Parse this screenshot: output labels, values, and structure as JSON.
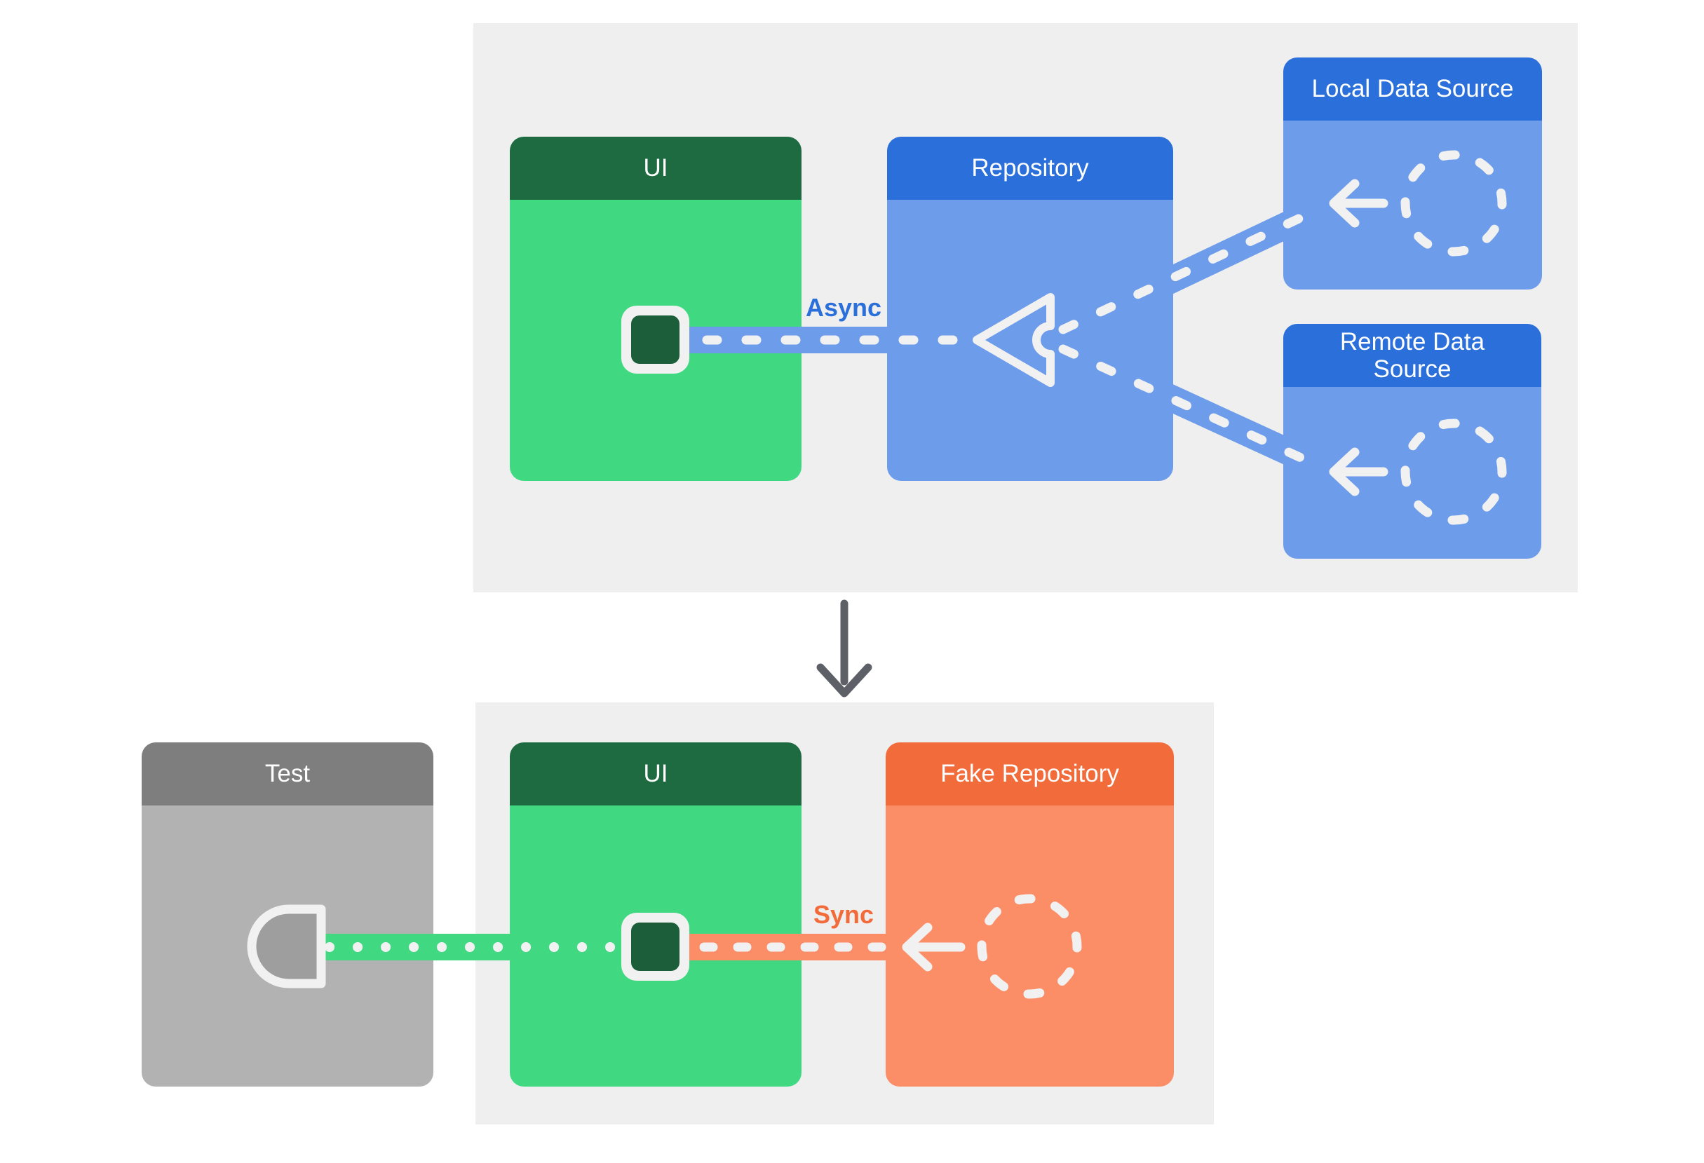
{
  "top": {
    "ui": {
      "title": "UI"
    },
    "repository": {
      "title": "Repository"
    },
    "local_data_source": {
      "title": "Local Data Source"
    },
    "remote_data_source": {
      "title": "Remote Data Source"
    },
    "flow_label": "Async"
  },
  "bottom": {
    "test": {
      "title": "Test"
    },
    "ui": {
      "title": "UI"
    },
    "fake_repository": {
      "title": "Fake Repository"
    },
    "flow_label": "Sync"
  },
  "colors": {
    "page_background": "#ffffff",
    "panel_background": "#efefef",
    "ui_header_green": "#1e6b42",
    "ui_body_green": "#40d981",
    "ui_state_square_green": "#1c5e39",
    "blue_header": "#2b6fdb",
    "blue_body": "#6d9ceb",
    "async_label_blue": "#2b6fdb",
    "test_header_gray": "#7e7e7e",
    "test_body_gray": "#b2b2b2",
    "test_socket_gray": "#9e9e9e",
    "fake_header_orange": "#f26b3b",
    "fake_body_orange": "#fb8d67",
    "sync_label_orange": "#f26b3b",
    "connector_white": "#f1f1f1",
    "transition_arrow_gray": "#5d6066"
  }
}
